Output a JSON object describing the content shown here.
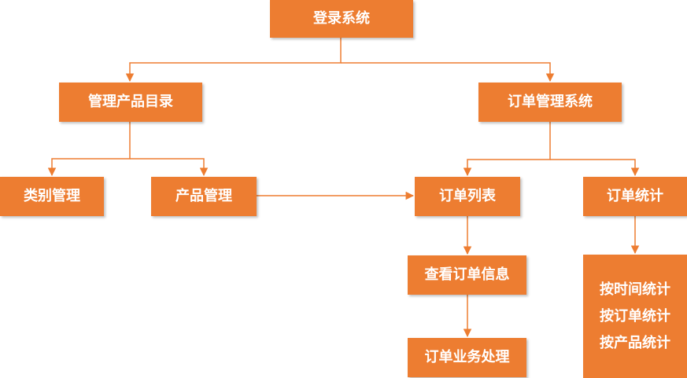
{
  "colors": {
    "node_fill": "#ed7d31",
    "node_text": "#ffffff",
    "connector": "#ed7d31"
  },
  "nodes": {
    "login": "登录系统",
    "catalog": "管理产品目录",
    "orders": "订单管理系统",
    "category": "类别管理",
    "product": "产品管理",
    "order_list": "订单列表",
    "order_stats": "订单统计",
    "view_order": "查看订单信息",
    "order_process": "订单业务处理",
    "stats_by": [
      "按时间统计",
      "按订单统计",
      "按产品统计"
    ]
  },
  "edges": [
    {
      "from": "login",
      "to": "catalog"
    },
    {
      "from": "login",
      "to": "orders"
    },
    {
      "from": "catalog",
      "to": "category"
    },
    {
      "from": "catalog",
      "to": "product"
    },
    {
      "from": "orders",
      "to": "order_list"
    },
    {
      "from": "orders",
      "to": "order_stats"
    },
    {
      "from": "product",
      "to": "order_list"
    },
    {
      "from": "order_list",
      "to": "view_order"
    },
    {
      "from": "view_order",
      "to": "order_process"
    },
    {
      "from": "order_stats",
      "to": "stats_by"
    }
  ]
}
